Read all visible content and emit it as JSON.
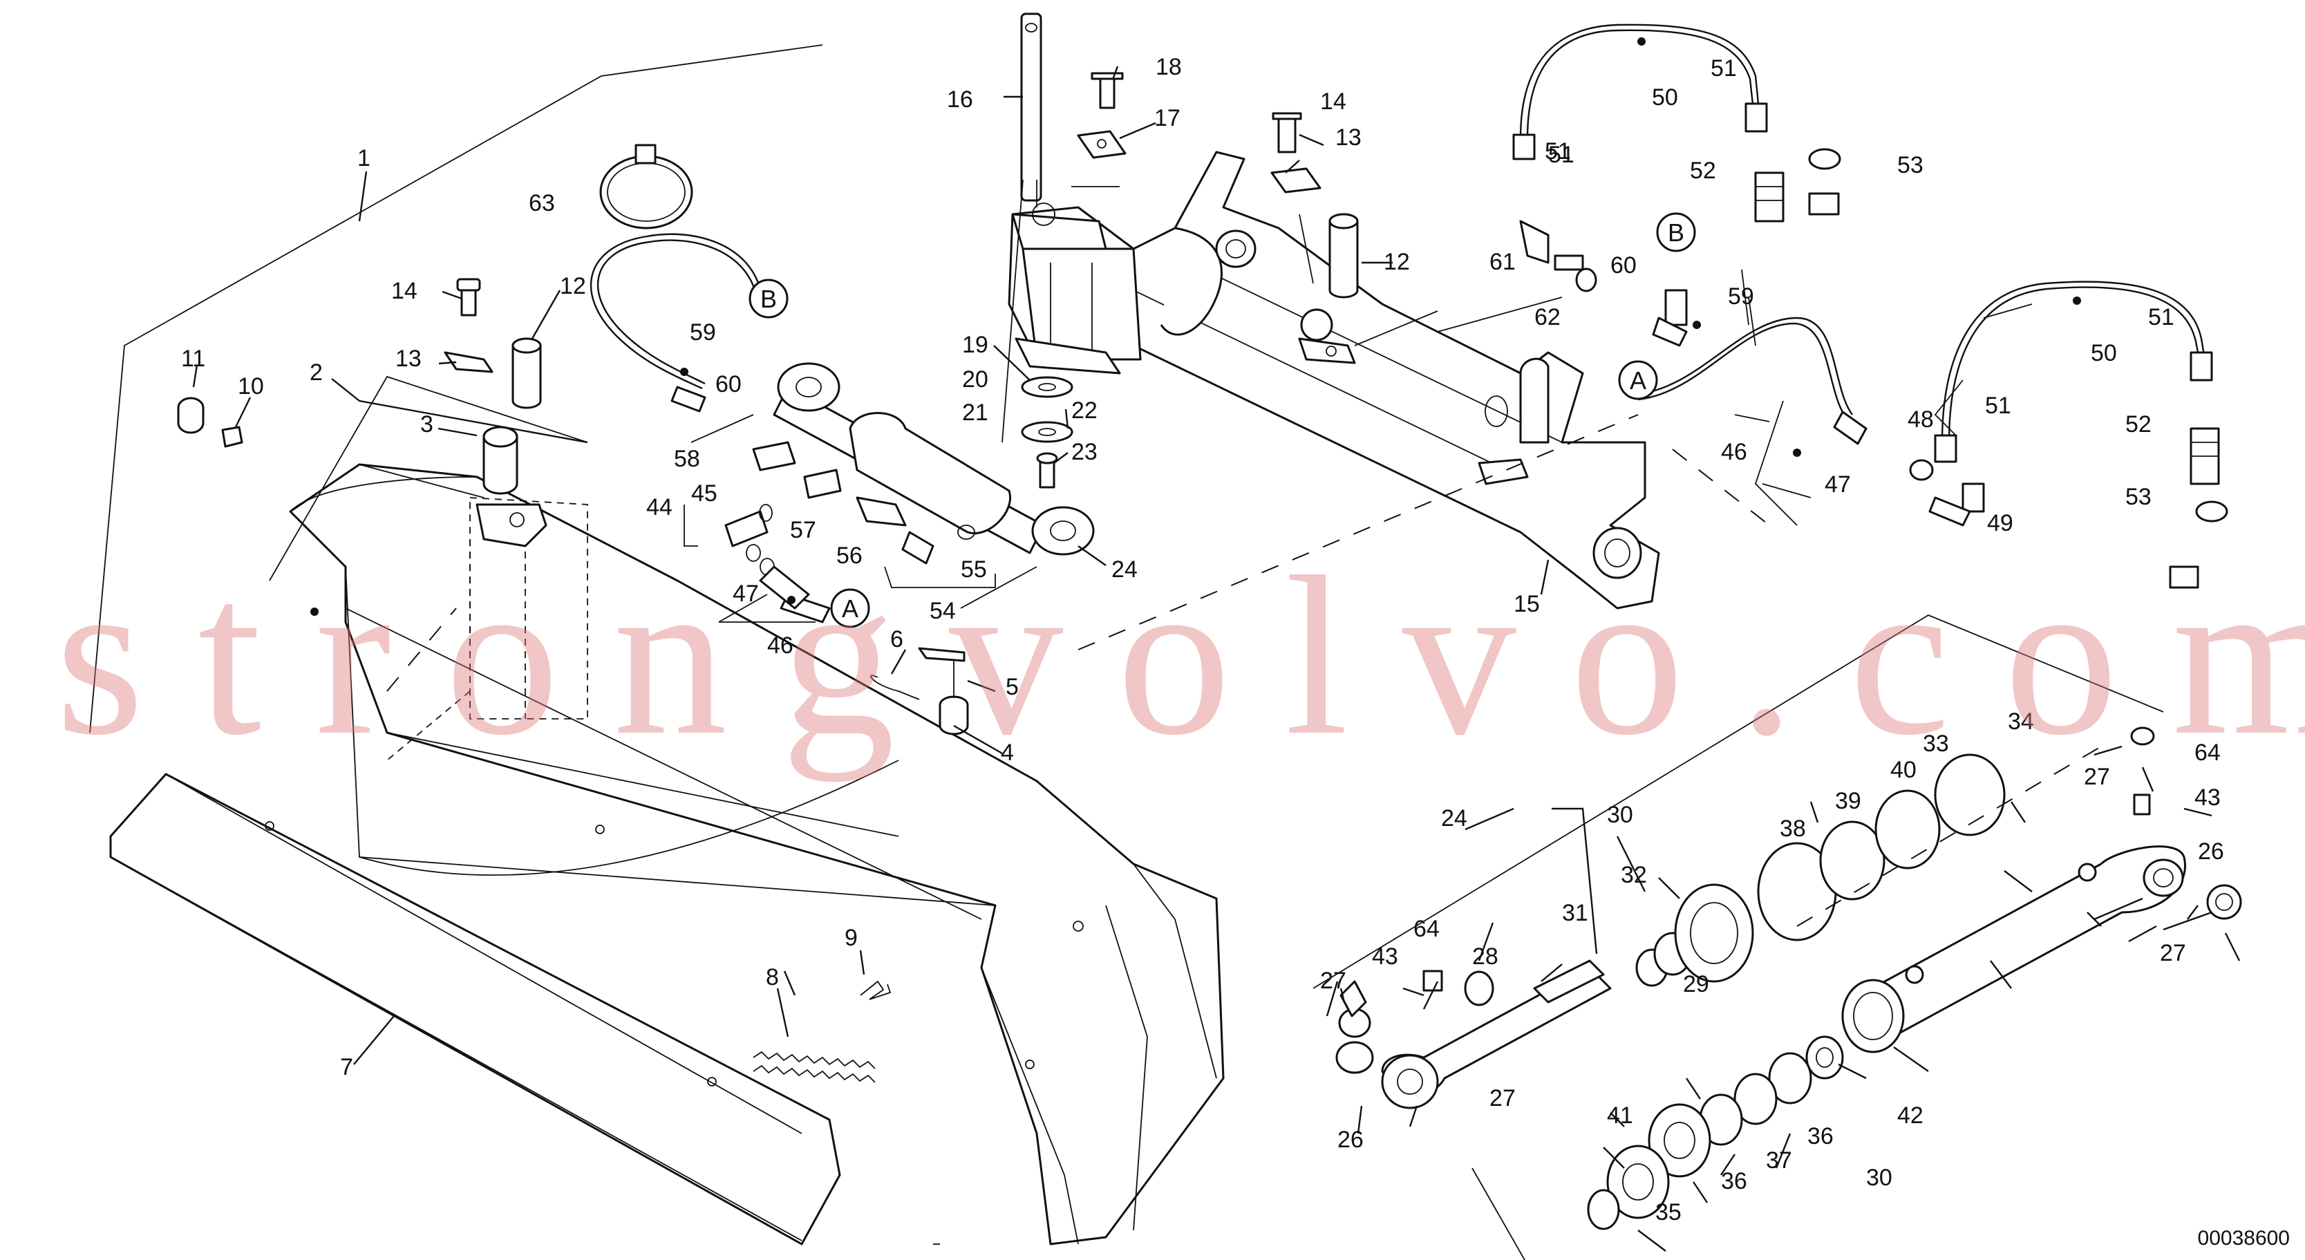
{
  "drawing_number": "00038600",
  "watermark": "strongvolvo.com",
  "connection_markers": [
    "A",
    "B"
  ],
  "callouts": [
    "1",
    "2",
    "3",
    "4",
    "5",
    "6",
    "7",
    "8",
    "9",
    "10",
    "11",
    "12",
    "13",
    "14",
    "15",
    "16",
    "17",
    "18",
    "19",
    "20",
    "21",
    "22",
    "23",
    "24",
    "26",
    "27",
    "28",
    "29",
    "30",
    "31",
    "32",
    "33",
    "34",
    "35",
    "36",
    "37",
    "38",
    "39",
    "40",
    "41",
    "42",
    "43",
    "44",
    "45",
    "46",
    "47",
    "48",
    "49",
    "50",
    "51",
    "52",
    "53",
    "54",
    "55",
    "56",
    "57",
    "58",
    "59",
    "60",
    "61",
    "62",
    "63",
    "64"
  ]
}
